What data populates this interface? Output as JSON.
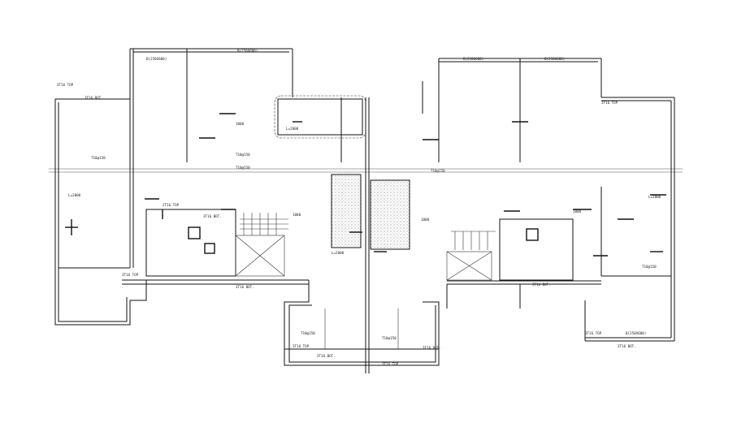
{
  "drawing": {
    "beam_labels": [
      "B(250X600)",
      "B(250X600)",
      "B(250X600)",
      "B(250X600)",
      "B(250X600)"
    ],
    "rebar_labels": [
      "3T16 TOP",
      "3T16 BOT.",
      "2T16 TOP",
      "3T16 BOT.",
      "3T16 TOP",
      "3T16 BOT.",
      "3T16 TOP",
      "3T16 BOT.",
      "3T16 TOP",
      "3T16 BOT.",
      "3T16 TOP",
      "3T16 BOT.",
      "3T16 TOP",
      "3T16 BOT."
    ],
    "link_labels": [
      "T10@150",
      "T10@150",
      "T10@150",
      "T10@150",
      "T10@150",
      "T10@150",
      "T10@150"
    ],
    "length_labels": [
      "L=2000",
      "L=2000",
      "L=2000",
      "L=2000"
    ],
    "dimension_labels": [
      "1000",
      "1000",
      "1000",
      "1000"
    ]
  },
  "colors": {
    "line": "#111111",
    "background": "#ffffff",
    "hatch": "#444444"
  }
}
